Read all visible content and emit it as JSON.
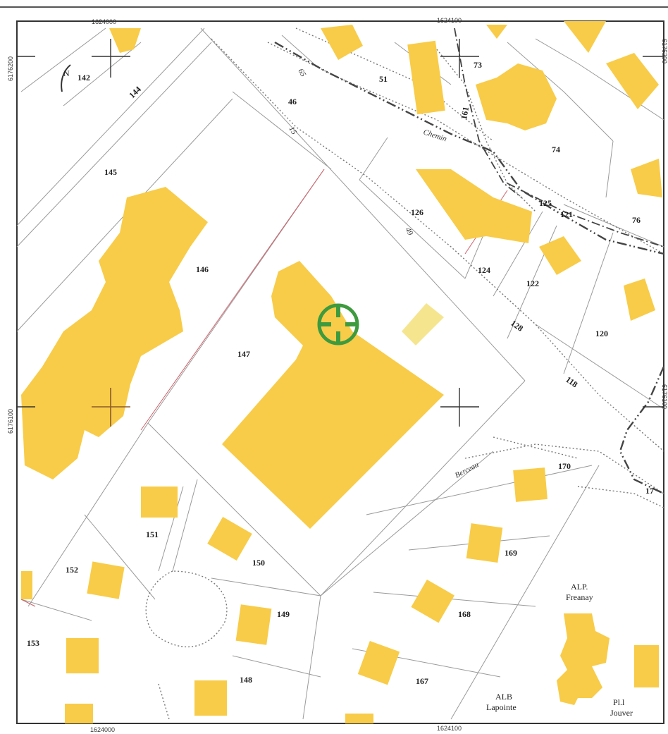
{
  "map": {
    "coordinates": {
      "top_left": "1624000",
      "top_right": "1624100",
      "bottom_left": "1624000",
      "bottom_right": "1624100",
      "left_upper": "6176200",
      "left_lower": "6176100",
      "right_upper": "6176200",
      "right_lower": "6176100"
    },
    "streets": {
      "chemin": "Chemin",
      "berceau": "Berceau",
      "small_a": "65",
      "small_b": "49",
      "small_c": "15"
    },
    "lots": {
      "l142": "142",
      "l144": "144",
      "l145": "145",
      "l146": "146",
      "l147": "147",
      "l148": "148",
      "l149": "149",
      "l150": "150",
      "l151": "151",
      "l152": "152",
      "l153": "153",
      "l167": "167",
      "l168": "168",
      "l169": "169",
      "l170": "170",
      "l17": "17",
      "l120": "120",
      "l118": "118",
      "l128": "128",
      "l122": "122",
      "l124": "124",
      "l126": "126",
      "l125": "125",
      "l121": "121",
      "l76": "76",
      "l74": "74",
      "l73": "73",
      "l51": "51",
      "l46": "46",
      "l161": "161"
    },
    "owners": {
      "alp_line1": "ALP.",
      "alp_line2": "Freanay",
      "alb_line1": "ALB",
      "alb_line2": "Lapointe",
      "pl_line1": "Pl.l",
      "pl_line2": "Jouver"
    },
    "north_arrow": "N",
    "colors": {
      "building": "#f8cc48",
      "marker": "#3e9a3e"
    }
  }
}
